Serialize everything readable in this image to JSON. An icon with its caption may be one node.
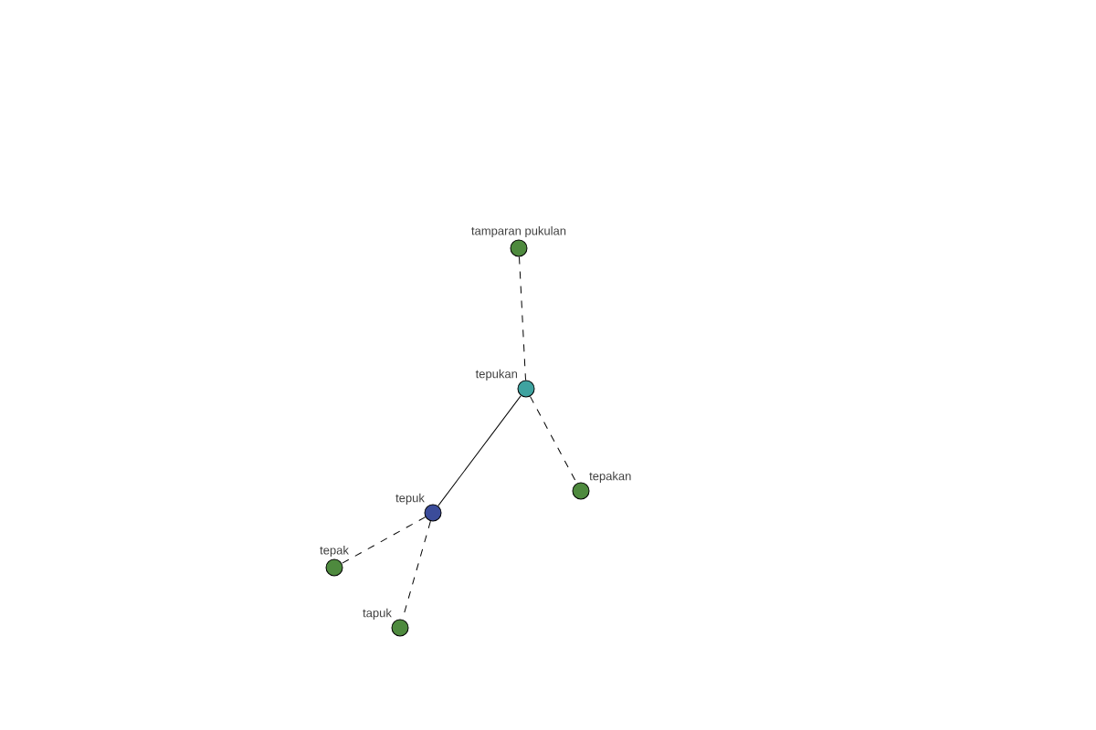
{
  "diagram": {
    "nodes": [
      {
        "text": [
          "tamparan pukulan"
        ]
      },
      {
        "text": [
          "tepukan"
        ]
      },
      {
        "text": [
          "tepakan"
        ]
      },
      {
        "text": [
          "tepuk"
        ]
      },
      {
        "text": [
          "tepak"
        ]
      },
      {
        "text": [
          "tapuk"
        ]
      }
    ],
    "edges": [
      {
        "from": 0,
        "to": 1,
        "arrow": "none",
        "style": "dashed"
      },
      {
        "from": 1,
        "to": 2,
        "arrow": "none",
        "style": "dashed"
      },
      {
        "from": 1,
        "to": 3,
        "arrow": "none"
      },
      {
        "from": 3,
        "to": 4,
        "arrow": "none",
        "style": "dashed"
      },
      {
        "from": 3,
        "to": 5,
        "arrow": "none",
        "style": "dashed"
      }
    ]
  }
}
